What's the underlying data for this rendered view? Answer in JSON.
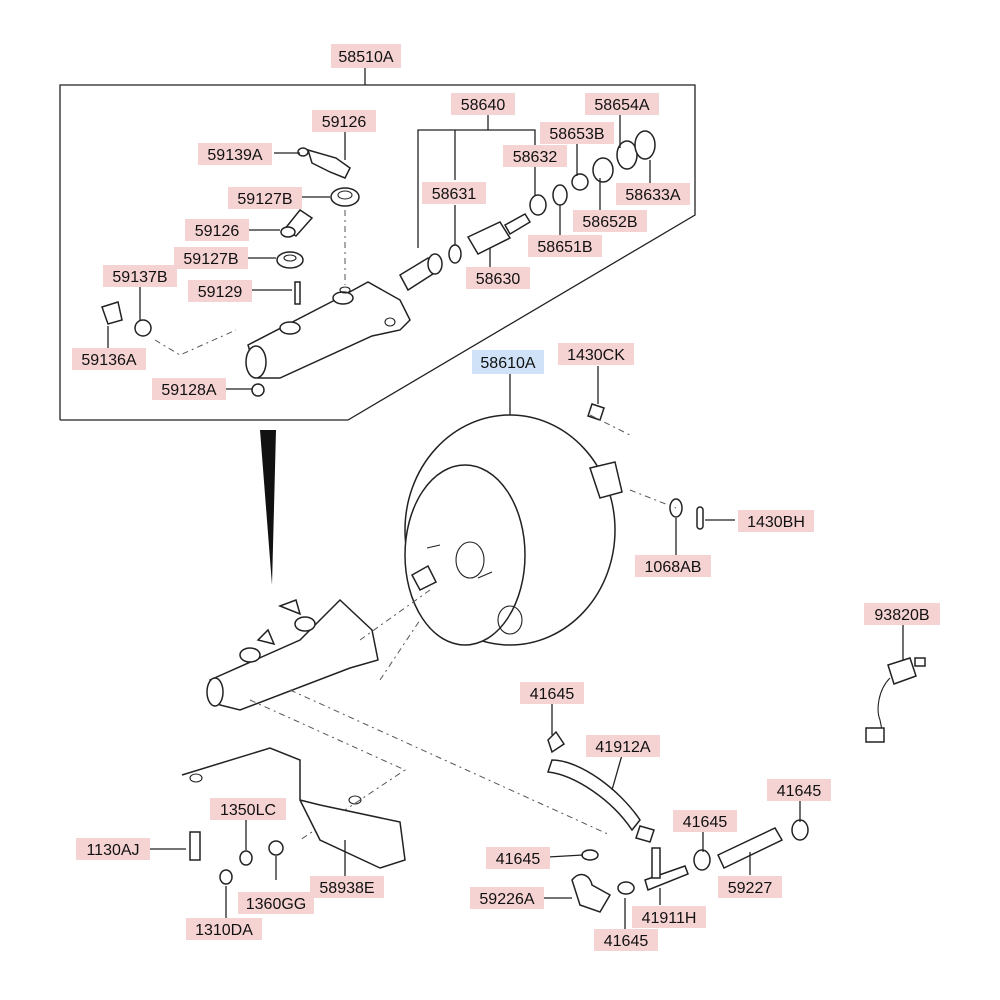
{
  "labels": {
    "l58510A": "58510A",
    "l59126a": "59126",
    "l59139A": "59139A",
    "l59127Ba": "59127B",
    "l59126b": "59126",
    "l59127Bb": "59127B",
    "l59137B": "59137B",
    "l59129": "59129",
    "l59136A": "59136A",
    "l59128A": "59128A",
    "l58640": "58640",
    "l58654A": "58654A",
    "l58653B": "58653B",
    "l58632": "58632",
    "l58631": "58631",
    "l58633A": "58633A",
    "l58652B": "58652B",
    "l58651B": "58651B",
    "l58630": "58630",
    "l58610A": "58610A",
    "l1430CK": "1430CK",
    "l1430BH": "1430BH",
    "l1068AB": "1068AB",
    "l93820B": "93820B",
    "l41645a": "41645",
    "l41912A": "41912A",
    "l41645b": "41645",
    "l41645c": "41645",
    "l41645d": "41645",
    "l59227": "59227",
    "l59226A": "59226A",
    "l41911H": "41911H",
    "l41645e": "41645",
    "l1350LC": "1350LC",
    "l1130AJ": "1130AJ",
    "l1360GG": "1360GG",
    "l58938E": "58938E",
    "l1310DA": "1310DA"
  },
  "highlighted_label": "58610A",
  "colors": {
    "label_background": "#f6d3d3",
    "highlight_background": "#cfe2f7",
    "line": "#222222"
  }
}
